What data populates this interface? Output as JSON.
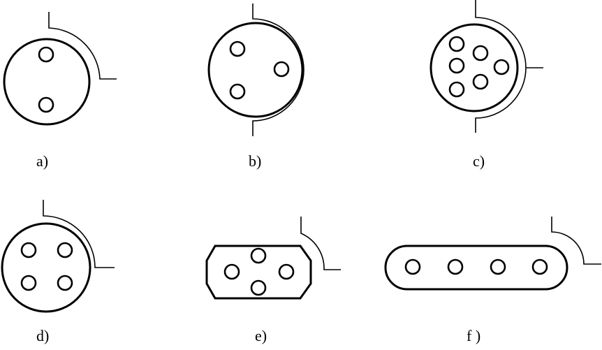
{
  "figures": [
    {
      "id": "a",
      "label": "a)",
      "shape": "circle",
      "holes": 2,
      "guard_coverage": "quarter"
    },
    {
      "id": "b",
      "label": "b)",
      "shape": "circle",
      "holes": 3,
      "guard_coverage": "half"
    },
    {
      "id": "c",
      "label": "c)",
      "shape": "circle",
      "holes": 6,
      "guard_coverage": "half"
    },
    {
      "id": "d",
      "label": "d)",
      "shape": "circle",
      "holes": 4,
      "guard_coverage": "quarter"
    },
    {
      "id": "e",
      "label": "e)",
      "shape": "chamfered-rectangle",
      "holes": 4,
      "guard_coverage": "corner"
    },
    {
      "id": "f",
      "label": "f )",
      "shape": "rounded-slot",
      "holes": 4,
      "guard_coverage": "corner"
    }
  ],
  "colors": {
    "stroke": "#000000",
    "background": "#ffffff"
  }
}
